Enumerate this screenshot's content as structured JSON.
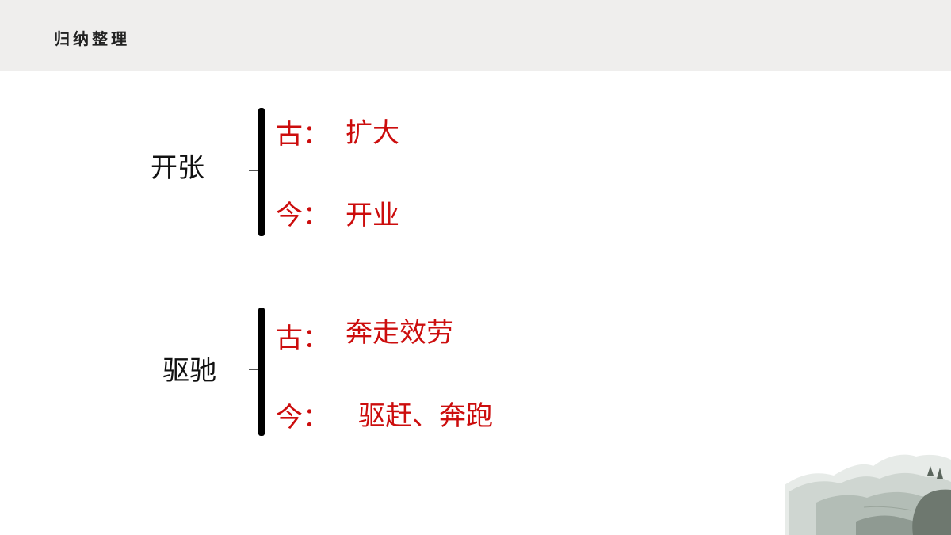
{
  "header": {
    "title": "归纳整理"
  },
  "entries": [
    {
      "term": "开张",
      "ancient_label": "古：",
      "ancient_meaning": "扩大",
      "modern_label": "今：",
      "modern_meaning": "开业"
    },
    {
      "term": "驱驰",
      "ancient_label": "古：",
      "ancient_meaning": "奔走效劳",
      "modern_label": "今：",
      "modern_meaning": "驱赶、奔跑"
    }
  ],
  "colors": {
    "accent_red": "#cc0d0d",
    "term_text": "#111111",
    "header_bg": "#efeeed"
  }
}
